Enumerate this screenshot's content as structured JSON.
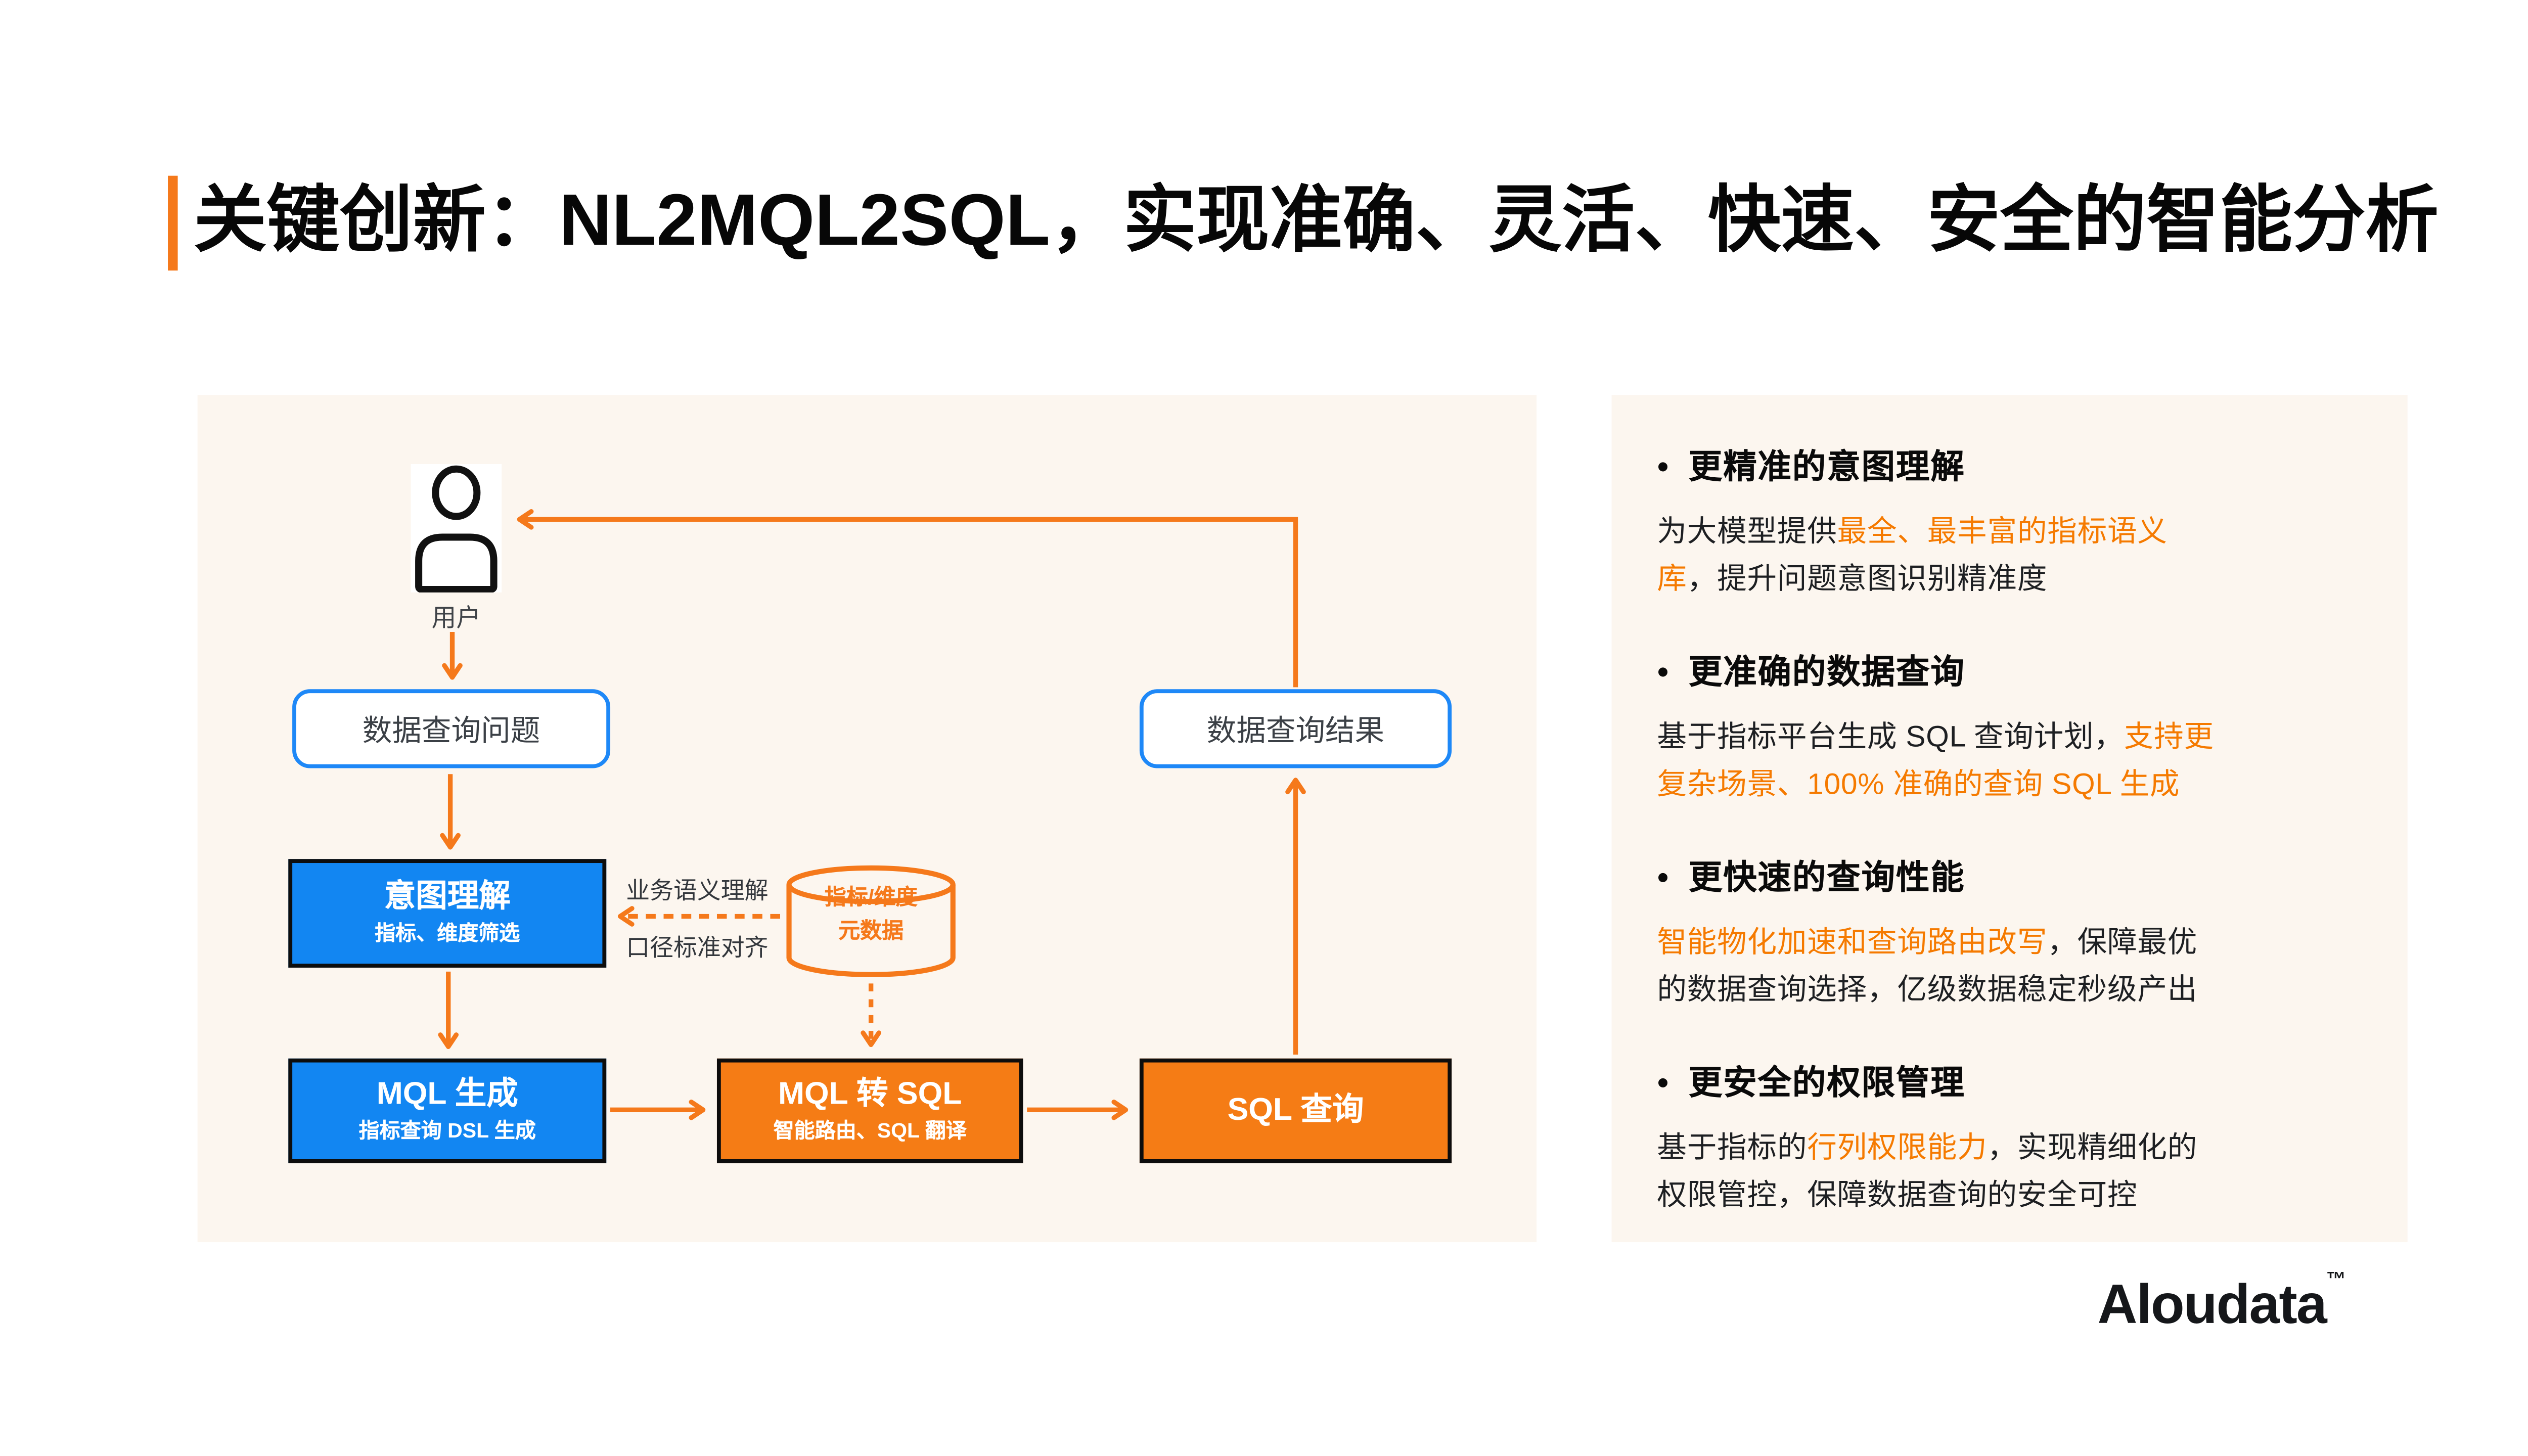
{
  "title": "关键创新：NL2MQL2SQL，实现准确、灵活、快速、安全的智能分析",
  "colors": {
    "accent_orange": "#f5791b",
    "orange_box": "#f57c15",
    "orange_text": "#f57a00",
    "blue_box": "#1286f2",
    "blue_border": "#1e88f7",
    "panel_cream": "#fcf6ef"
  },
  "diagram": {
    "user_label": "用户",
    "nodes": {
      "query_question": "数据查询问题",
      "query_result": "数据查询结果",
      "intent": {
        "title": "意图理解",
        "subtitle": "指标、维度筛选"
      },
      "mql_gen": {
        "title": "MQL 生成",
        "subtitle": "指标查询 DSL 生成"
      },
      "mql2sql": {
        "title": "MQL 转 SQL",
        "subtitle": "智能路由、SQL 翻译"
      },
      "sql_query": "SQL 查询",
      "metadata_db": {
        "line1": "指标/维度",
        "line2": "元数据"
      }
    },
    "edge_labels": {
      "top": "业务语义理解",
      "bottom": "口径标准对齐"
    }
  },
  "benefits": [
    {
      "heading": "更精准的意图理解",
      "bullet": "•",
      "segments": [
        {
          "text": "为大模型提供"
        },
        {
          "text": "最全、最丰富的指标语义",
          "color": "orange"
        },
        {
          "br": true
        },
        {
          "text": "库",
          "color": "orange"
        },
        {
          "text": "，提升问题意图识别精准度"
        }
      ]
    },
    {
      "heading": "更准确的数据查询",
      "bullet": "•",
      "segments": [
        {
          "text": "基于指标平台生成 SQL 查询计划，"
        },
        {
          "text": "支持更",
          "color": "orange"
        },
        {
          "br": true
        },
        {
          "text": "复杂场景、100% 准确的查询 SQL 生成",
          "color": "orange"
        }
      ]
    },
    {
      "heading": "更快速的查询性能",
      "bullet": "•",
      "segments": [
        {
          "text": "智能物化加速和查询路由改写",
          "color": "orange"
        },
        {
          "text": "，保障最优"
        },
        {
          "br": true
        },
        {
          "text": "的数据查询选择，亿级数据稳定秒级产出"
        }
      ]
    },
    {
      "heading": "更安全的权限管理",
      "bullet": "•",
      "segments": [
        {
          "text": "基于指标的"
        },
        {
          "text": "行列权限能力",
          "color": "orange"
        },
        {
          "text": "，实现精细化的"
        },
        {
          "br": true
        },
        {
          "text": "权限管控，保障数据查询的安全可控"
        }
      ]
    }
  ],
  "logo": {
    "text": "Aloudata",
    "tm": "™"
  }
}
